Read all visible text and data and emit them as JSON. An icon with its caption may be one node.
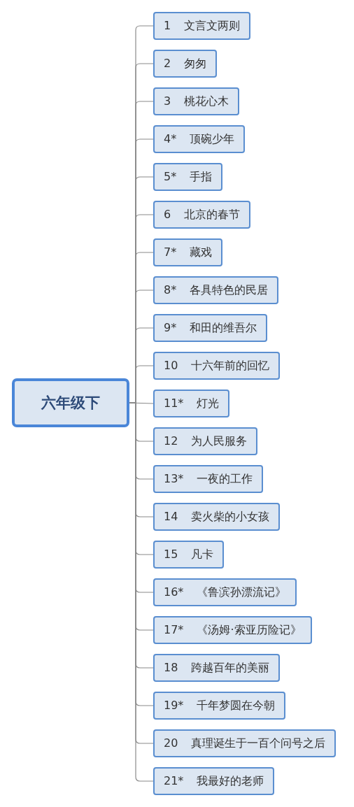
{
  "diagram": {
    "nodes": [
      {
        "text": [
          "六年级下"
        ]
      },
      {
        "text": [
          "1 文言文两则"
        ]
      },
      {
        "text": [
          "2 匆匆"
        ]
      },
      {
        "text": [
          "3 桃花心木"
        ]
      },
      {
        "text": [
          "4* 顶碗少年"
        ]
      },
      {
        "text": [
          "5* 手指"
        ]
      },
      {
        "text": [
          "6 北京的春节"
        ]
      },
      {
        "text": [
          "7* 藏戏"
        ]
      },
      {
        "text": [
          "8* 各具特色的民居"
        ]
      },
      {
        "text": [
          "9* 和田的维吾尔"
        ]
      },
      {
        "text": [
          "10 十六年前的回忆"
        ]
      },
      {
        "text": [
          "11* 灯光"
        ]
      },
      {
        "text": [
          "12 为人民服务"
        ]
      },
      {
        "text": [
          "13* 一夜的工作"
        ]
      },
      {
        "text": [
          "14 卖火柴的小女孩"
        ]
      },
      {
        "text": [
          "15 凡卡"
        ]
      },
      {
        "text": [
          "16* 《鲁滨孙漂流记》"
        ]
      },
      {
        "text": [
          "17* 《汤姆·索亚历险记》"
        ]
      },
      {
        "text": [
          "18 跨越百年的美丽"
        ]
      },
      {
        "text": [
          "19* 千年梦圆在今朝"
        ]
      },
      {
        "text": [
          "20 真理诞生于一百个问号之后"
        ]
      },
      {
        "text": [
          "21* 我最好的老师"
        ]
      }
    ],
    "edges": [
      {
        "from": 0,
        "to": 1,
        "arrow": "none"
      },
      {
        "from": 0,
        "to": 2,
        "arrow": "none"
      },
      {
        "from": 0,
        "to": 3,
        "arrow": "none"
      },
      {
        "from": 0,
        "to": 4,
        "arrow": "none"
      },
      {
        "from": 0,
        "to": 5,
        "arrow": "none"
      },
      {
        "from": 0,
        "to": 6,
        "arrow": "none"
      },
      {
        "from": 0,
        "to": 7,
        "arrow": "none"
      },
      {
        "from": 0,
        "to": 8,
        "arrow": "none"
      },
      {
        "from": 0,
        "to": 9,
        "arrow": "none"
      },
      {
        "from": 0,
        "to": 10,
        "arrow": "none"
      },
      {
        "from": 0,
        "to": 11,
        "arrow": "none"
      },
      {
        "from": 0,
        "to": 12,
        "arrow": "none"
      },
      {
        "from": 0,
        "to": 13,
        "arrow": "none"
      },
      {
        "from": 0,
        "to": 14,
        "arrow": "none"
      },
      {
        "from": 0,
        "to": 15,
        "arrow": "none"
      },
      {
        "from": 0,
        "to": 16,
        "arrow": "none"
      },
      {
        "from": 0,
        "to": 17,
        "arrow": "none"
      },
      {
        "from": 0,
        "to": 18,
        "arrow": "none"
      },
      {
        "from": 0,
        "to": 19,
        "arrow": "none"
      },
      {
        "from": 0,
        "to": 20,
        "arrow": "none"
      },
      {
        "from": 0,
        "to": 21,
        "arrow": "none"
      }
    ]
  }
}
